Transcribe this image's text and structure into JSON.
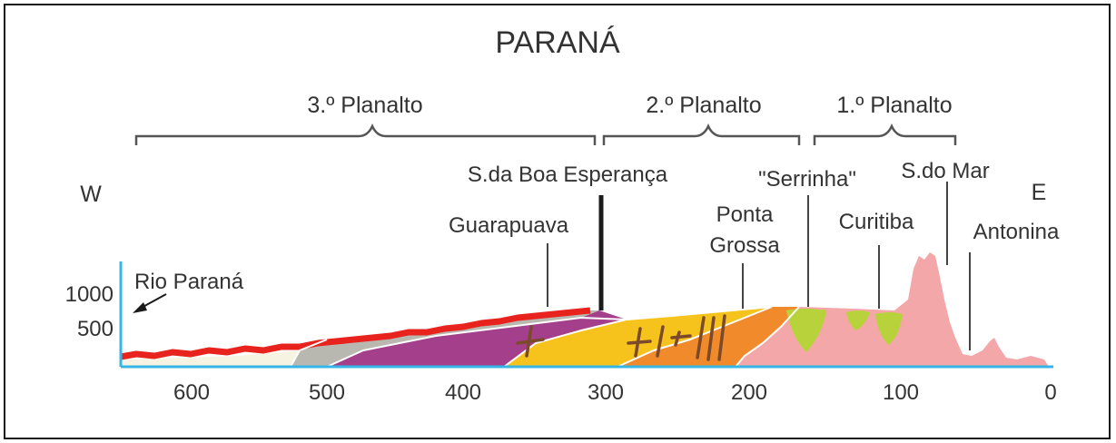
{
  "title": "PARANÁ",
  "plateaus": [
    {
      "label": "3.º Planalto"
    },
    {
      "label": "2.º Planalto"
    },
    {
      "label": "1.º Planalto"
    }
  ],
  "direction": {
    "west": "W",
    "east": "E"
  },
  "places": [
    {
      "label": "Rio Paraná"
    },
    {
      "label": "S.da Boa Esperança"
    },
    {
      "label": "Guarapuava"
    },
    {
      "label": "Ponta"
    },
    {
      "label": "Grossa"
    },
    {
      "label": "\"Serrinha\""
    },
    {
      "label": "S.do Mar"
    },
    {
      "label": "Curitiba"
    },
    {
      "label": "Antonina"
    }
  ],
  "y_axis": {
    "ticks": [
      "1000",
      "500"
    ]
  },
  "x_axis": {
    "ticks": [
      "600",
      "500",
      "400",
      "300",
      "200",
      "100",
      "0"
    ]
  },
  "colors": {
    "basalt_top": "#e8231e",
    "purple_layer": "#a43f8c",
    "yellow_layer": "#f6c21c",
    "orange_layer": "#f18a2a",
    "pink_crystalline": "#f4a7a9",
    "green_basins": "#b8d23c",
    "grey_layer": "#b8b8b0",
    "cream_layer": "#f7f3e2",
    "axis_blue": "#36b6e6"
  }
}
